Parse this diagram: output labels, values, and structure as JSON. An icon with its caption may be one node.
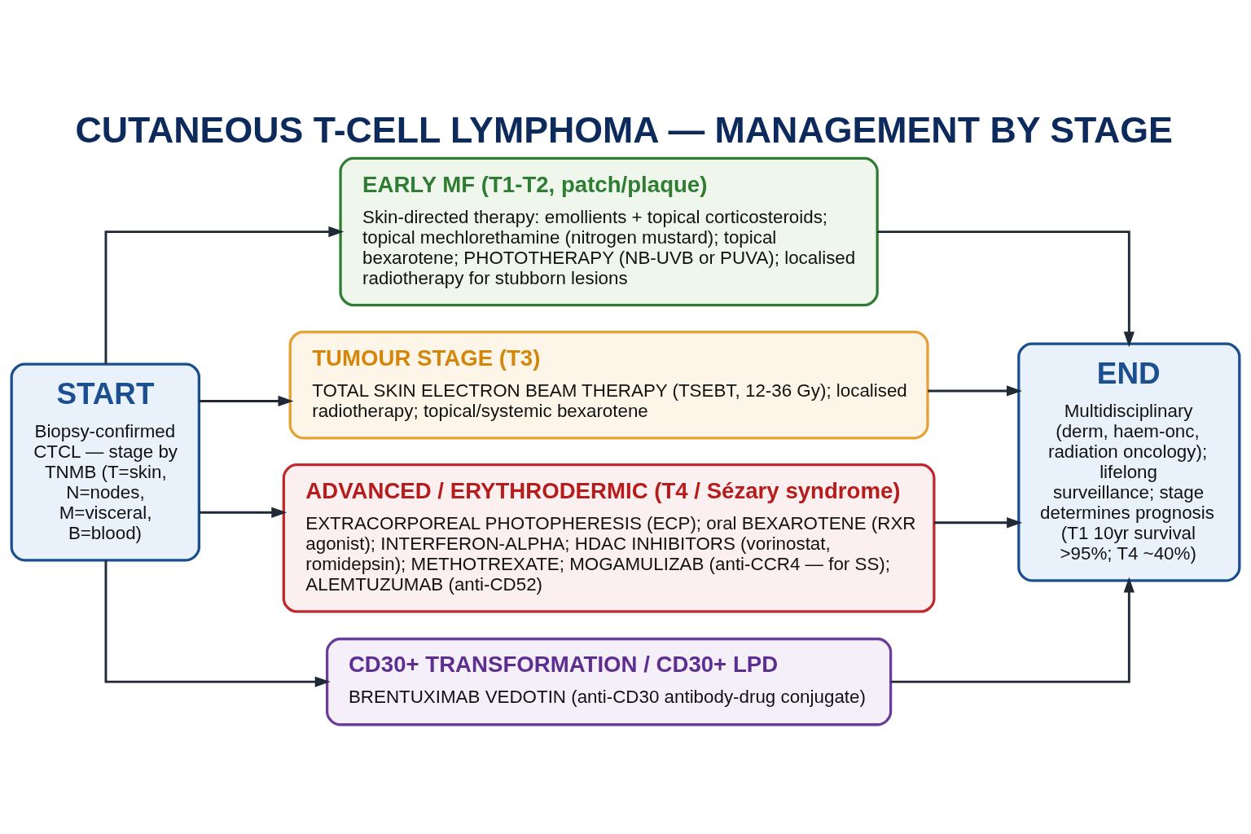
{
  "diagram": {
    "title": "CUTANEOUS T-CELL LYMPHOMA — MANAGEMENT BY STAGE",
    "nodes": [
      {
        "text": [
          "START",
          "Biopsy-confirmed CTCL — stage by TNMB (T=skin, N=nodes, M=visceral, B=blood)"
        ]
      },
      {
        "text": [
          "EARLY MF (T1-T2, patch/plaque)",
          "Skin-directed therapy: emollients + topical corticosteroids; topical mechlorethamine (nitrogen mustard); topical bexarotene; PHOTOTHERAPY (NB-UVB or PUVA); localised radiotherapy for stubborn lesions"
        ]
      },
      {
        "text": [
          "TUMOUR STAGE (T3)",
          "TOTAL SKIN ELECTRON BEAM THERAPY (TSEBT, 12-36 Gy); localised radiotherapy; topical/systemic bexarotene"
        ]
      },
      {
        "text": [
          "ADVANCED / ERYTHRODERMIC (T4 / Sézary syndrome)",
          "EXTRACORPOREAL PHOTOPHERESIS (ECP); oral BEXAROTENE (RXR agonist); INTERFERON-ALPHA; HDAC INHIBITORS (vorinostat, romidepsin); METHOTREXATE; MOGAMULIZAB (anti-CCR4 — for SS); ALEMTUZUMAB (anti-CD52)"
        ]
      },
      {
        "text": [
          "CD30+ TRANSFORMATION / CD30+ LPD",
          "BRENTUXIMAB VEDOTIN (anti-CD30 antibody-drug conjugate)"
        ]
      },
      {
        "text": [
          "END",
          "Multidisciplinary (derm, haem-onc, radiation oncology); lifelong surveillance; stage determines prognosis (T1 10yr survival >95%; T4 ~40%)"
        ]
      }
    ],
    "edges": [
      {
        "from": 0,
        "to": 1,
        "arrow": "to"
      },
      {
        "from": 0,
        "to": 2,
        "arrow": "to"
      },
      {
        "from": 0,
        "to": 3,
        "arrow": "to"
      },
      {
        "from": 0,
        "to": 4,
        "arrow": "to"
      },
      {
        "from": 1,
        "to": 5,
        "arrow": "to"
      },
      {
        "from": 2,
        "to": 5,
        "arrow": "to"
      },
      {
        "from": 3,
        "to": 5,
        "arrow": "to"
      },
      {
        "from": 4,
        "to": 5,
        "arrow": "to"
      }
    ]
  }
}
